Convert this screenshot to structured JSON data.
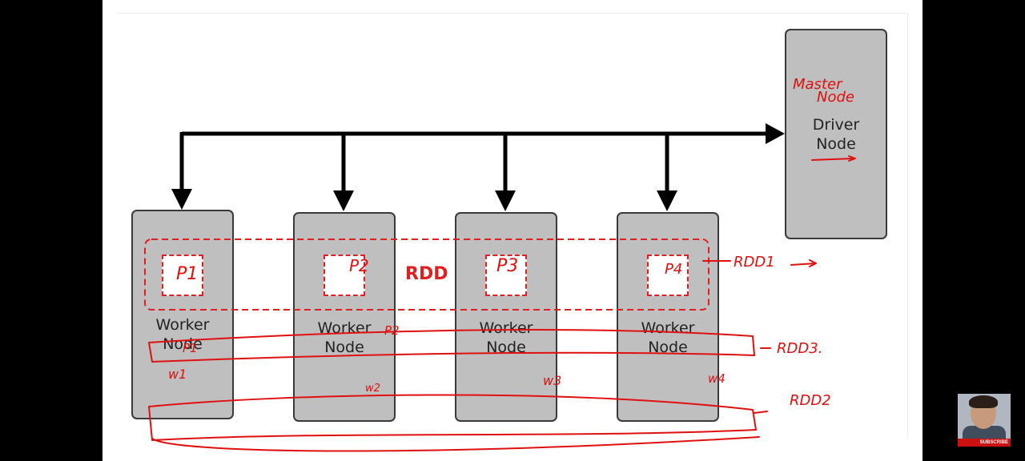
{
  "diagram": {
    "driver_label": "Driver\nNode",
    "worker_label": "Worker\nNode",
    "rdd_label": "RDD"
  },
  "annotations": {
    "master_node_line1": "Master",
    "master_node_line2": "Node",
    "p1": "P1",
    "p2": "P2",
    "p3": "P3",
    "p4": "P4",
    "rdd1": "RDD1",
    "rdd2": "RDD2",
    "rdd3": "RDD3.",
    "w1": "w1",
    "w2": "w2",
    "w3": "w3",
    "w4": "w4",
    "p1b": "P1",
    "p2b": "P2"
  },
  "subscribe_badge": {
    "text": "SUBSCRIBE"
  },
  "colors": {
    "annotation": "#e01010",
    "rdd": "#e02020",
    "node_fill": "#bfbfbf"
  }
}
